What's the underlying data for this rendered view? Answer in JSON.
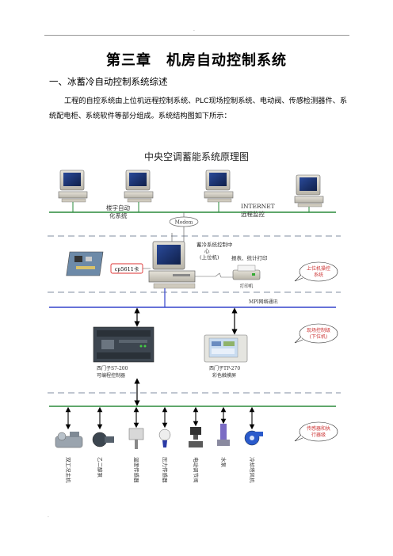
{
  "header_mark": ".",
  "footer_mark": ".",
  "title": "第三章　机房自动控制系统",
  "section_heading": "一、冰蓄冷自动控制系统综述",
  "paragraph": "工程的自控系统由上位机远程控制系统、PLC现场控制系统、电动阀、传感检测器件、系统配电柜、系统软件等部分组成。系统结构图如下所示：",
  "diagram": {
    "title": "中央空调蓄能系统原理图",
    "building_label": [
      "楼宇自动",
      "化系统"
    ],
    "internet_label": [
      "INTERNET",
      "远程监控"
    ],
    "modem_label": "Modem",
    "center_label": [
      "蓄冷系统控制中",
      "心",
      "(上位机)"
    ],
    "report_label": "报表、统计打印",
    "printer_label": "打印机",
    "card_label": "cp5611卡",
    "upper_system_label": [
      "上位机操控",
      "系统"
    ],
    "mpi_label": "MPI网络通讯",
    "field_system_label": [
      "现场控制级",
      "(下位机)"
    ],
    "plc_label": [
      "西门子S7-200",
      "可编程控制器"
    ],
    "touch_label": [
      "西门子TP-270",
      "彩色触摸屏"
    ],
    "sensor_system_label": [
      "传感器和执",
      "行器级"
    ],
    "devices": [
      "双工况主机",
      "乙二醇泵",
      "温度传感器",
      "压力传感器",
      "电动调节阀",
      "水泵",
      "冷却塔风机"
    ]
  }
}
